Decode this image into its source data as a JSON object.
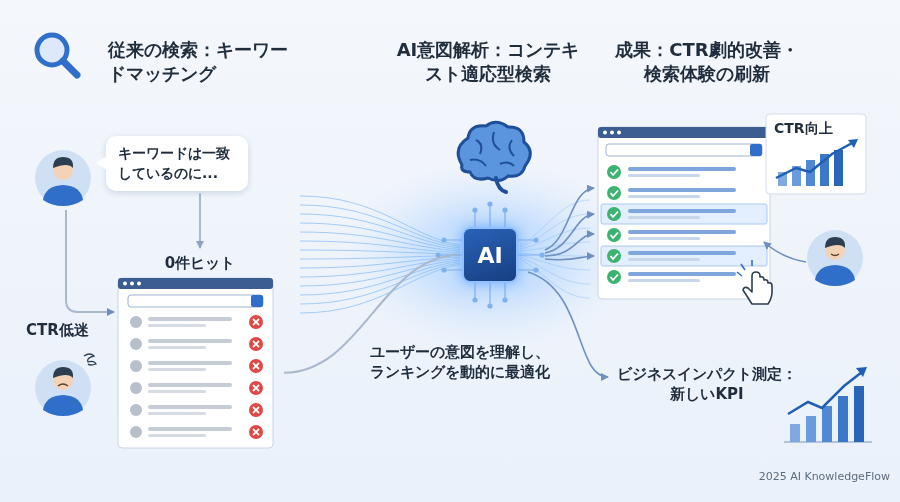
{
  "diagram": {
    "nodes": [
      {
        "text": [
          "キーワードは一致しているのに..."
        ]
      },
      {
        "text": [
          "0件ヒット"
        ]
      },
      {
        "text": [
          "AI"
        ]
      },
      {
        "text": [
          "CTR向上"
        ]
      }
    ],
    "edges": [
      {
        "from": 0,
        "to": 1,
        "arrow": "to"
      },
      {
        "from": 1,
        "to": 2,
        "arrow": "none"
      }
    ],
    "labels": [
      "従来の検索：キーワードマッチング",
      "AI意図解析：コンテキスト適応型検索",
      "成果：CTR劇的改善・検索体験の刷新",
      "CTR低迷",
      "ユーザーの意図を理解し、ランキングを動的に最適化",
      "ビジネスインパクト測定：新しいKPI",
      "2025 AI KnowledgeFlow"
    ]
  }
}
